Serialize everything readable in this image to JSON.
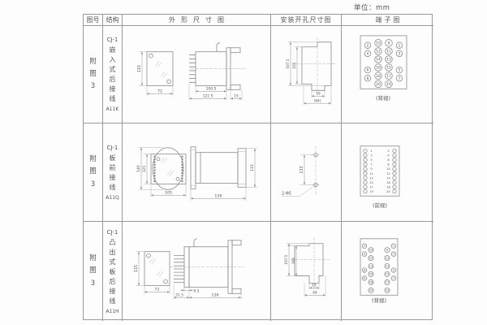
{
  "unit_label": "单位：mm",
  "header": {
    "fig_no": "图号",
    "structure": "结构",
    "outline": "外形尺寸图",
    "mounting": "安装开孔尺寸图",
    "terminal": "端子图"
  },
  "rows": [
    {
      "fig_no": "附图3",
      "model": "CJ-1",
      "desc": "嵌入式后接线",
      "code": "A11K",
      "outline": {
        "height": "115",
        "width": "72",
        "body_len": "100.5",
        "total_len": "122.5",
        "flange": "15"
      },
      "mounting": {
        "height_outer": "107.5",
        "height_inner": "105",
        "notch": "16",
        "width": "(64)"
      },
      "terminal": {
        "label": "(背视)",
        "grid": [
          [
            "2",
            "10",
            "9",
            "1"
          ],
          [
            "4",
            "12",
            "11",
            "3"
          ],
          [
            "",
            "14",
            "13",
            ""
          ],
          [
            "6",
            "16",
            "15",
            "5"
          ],
          [
            "8",
            "18",
            "17",
            "7"
          ],
          [
            "",
            "20",
            "19",
            ""
          ]
        ]
      }
    },
    {
      "fig_no": "附图3",
      "model": "CJ-1",
      "desc": "板前接线",
      "code": "A11Q",
      "outline": {
        "height_outer": "140",
        "height_inner": "125",
        "width": "105",
        "length": "156",
        "height_side": "115"
      },
      "mounting": {
        "hole_span": "133",
        "holes": "2-Φ5"
      },
      "terminal": {
        "label": "(前视)",
        "pairs": [
          [
            "1",
            "2"
          ],
          [
            "3",
            "4"
          ],
          [
            "5",
            "6"
          ],
          [
            "7",
            "8"
          ],
          [
            "9",
            "10"
          ],
          [
            "11",
            "12"
          ],
          [
            "13",
            "14"
          ],
          [
            "15",
            "16"
          ],
          [
            "17",
            "18"
          ],
          [
            "19",
            "20"
          ]
        ]
      }
    },
    {
      "fig_no": "附图3",
      "model": "CJ-1",
      "desc": "凸出式板后接线",
      "code": "A11H",
      "outline": {
        "height": "115",
        "width": "72",
        "panel": "9.5",
        "pins": "31.5",
        "length": "126"
      },
      "mounting": {
        "height_outer": "107.5",
        "height_inner": "104",
        "notch": "16",
        "width": "64"
      },
      "terminal": {
        "label": "(背视)",
        "grid": [
          [
            "2",
            "10",
            "9",
            "1"
          ],
          [
            "4",
            "12",
            "11",
            "3"
          ],
          [
            "",
            "14",
            "13",
            ""
          ],
          [
            "6",
            "16",
            "15",
            "5"
          ],
          [
            "8",
            "18",
            "17",
            "7"
          ],
          [
            "",
            "20",
            "19",
            ""
          ]
        ]
      }
    }
  ],
  "colors": {
    "grid_line": "#999999",
    "drawing_line": "#8a8a8a",
    "text": "#555555"
  }
}
